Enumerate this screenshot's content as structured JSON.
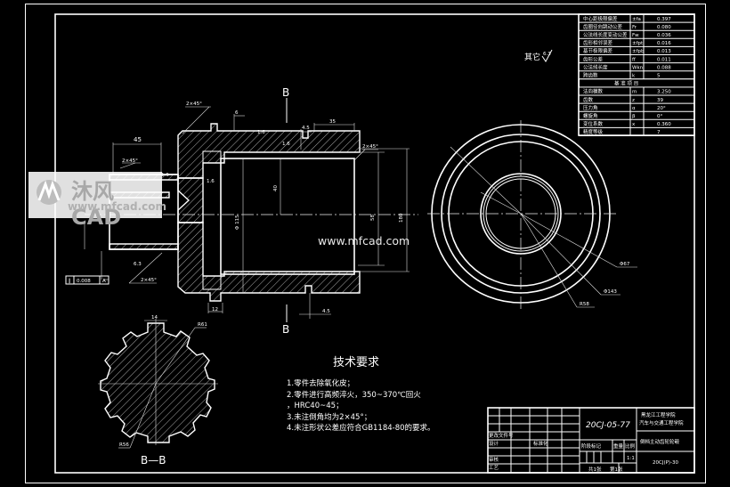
{
  "drawing": {
    "background": "#000000",
    "line_color": "#ffffff",
    "section_label_top": "B",
    "section_label_bottom": "B",
    "section_view_label": "B—B",
    "surface_finish_other": "其它",
    "surface_finish_other_value": "6.3"
  },
  "watermark": {
    "brand": "沐风CAD",
    "url": "www.mfcad.com",
    "site_text": "www.mfcad.com"
  },
  "dimensions": {
    "left_length": "45",
    "chamfer_left": "2×45°",
    "chamfer_top": "2×45°",
    "chamfer_right": "2×45°",
    "chamfer_bottom": "2×45°",
    "top_width": "6",
    "groove_width_top": "4.5",
    "right_length": "35",
    "groove_width_bottom": "4.5",
    "bottom_width": "12",
    "inner_dia": "40",
    "spline_dia": "Φ 115",
    "outer_dia_a": "58",
    "outer_dia_b": "180",
    "roughness_a": "1.6",
    "roughness_b": "1.6",
    "roughness_c": "1.6",
    "roughness_d": "6.3",
    "roughness_e": "1.6",
    "tolerance_frame": [
      "∥",
      "0.008",
      "A"
    ],
    "spline_width": "14",
    "spline_label_a": "R61",
    "spline_label_b": "R56",
    "end_view_label_a": "Φ67",
    "end_view_label_b": "Φ143",
    "end_view_label_c": "R58"
  },
  "gear_table": {
    "rows": [
      {
        "name": "中心距极限偏差",
        "sym": "±fa",
        "val": "0.397"
      },
      {
        "name": "齿圈径向跳动公差",
        "sym": "Fr",
        "val": "0.080"
      },
      {
        "name": "公法线长度变动公差",
        "sym": "Fw",
        "val": "0.036"
      },
      {
        "name": "齿形相邻误差",
        "sym": "±fpt",
        "val": "0.016"
      },
      {
        "name": "基节极限偏差",
        "sym": "±fpb",
        "val": "0.013"
      },
      {
        "name": "齿形公差",
        "sym": "ff",
        "val": "0.011"
      },
      {
        "name": "公法线长度",
        "sym": "Wkn",
        "val": "0.088"
      },
      {
        "name": "跨齿数",
        "sym": "k",
        "val": "5"
      }
    ],
    "section_header": "基  准  项  目",
    "rows2": [
      {
        "name": "法向模数",
        "sym": "m",
        "val": "3.250"
      },
      {
        "name": "齿数",
        "sym": "z",
        "val": "39"
      },
      {
        "name": "压力角",
        "sym": "α",
        "val": "20°"
      },
      {
        "name": "螺旋角",
        "sym": "β",
        "val": "0°"
      },
      {
        "name": "变位系数",
        "sym": "x",
        "val": "0.360"
      },
      {
        "name": "精度等级",
        "sym": "",
        "val": "7"
      }
    ]
  },
  "tech_requirements": {
    "title": "技术要求",
    "items": [
      "1.零件去除氧化皮；",
      "2.零件进行高频淬火，350~370℃回火",
      "，HRC40~45；",
      "3.未注倒角均为2×45°；",
      "4.未注形状公差应符合GB1184-80的要求。"
    ]
  },
  "title_block": {
    "drawing_code": "20CJ-05-77",
    "school_line1": "黑龙江工程学院",
    "school_line2": "汽车与交通工程学院",
    "part_name": "倒档主动齿轮轮毂",
    "drawing_number": "20CJ(P)-30",
    "stage_mark_label": "阶段标记",
    "weight_label": "重量",
    "scale_label": "比例",
    "scale_value": "1:1",
    "sheet_info_a": "共1张",
    "sheet_info_b": "第1张",
    "mark_label": "标记",
    "count_label": "处数",
    "partition_label": "分区",
    "change_label": "更改文件号",
    "sign_label": "签名",
    "date_label": "年月日",
    "design_label": "设计",
    "standard_label": "标准化",
    "review_label": "审核",
    "process_label": "工艺"
  }
}
